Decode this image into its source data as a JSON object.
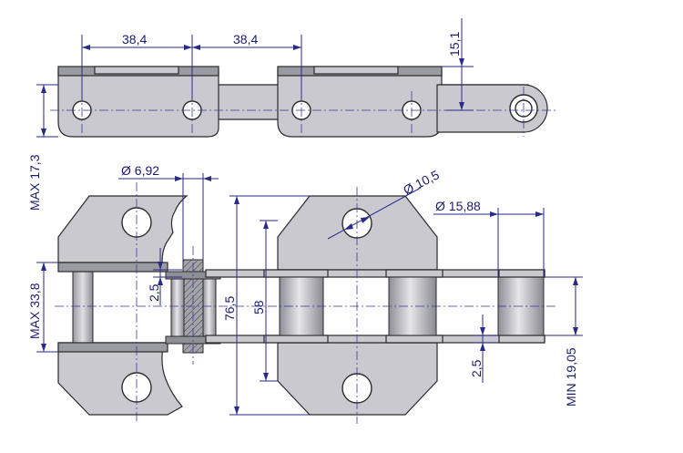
{
  "dimensions": {
    "pitch_left": "38,4",
    "pitch_right": "38,4",
    "height_top": "15,1",
    "max_height": "MAX 17,3",
    "pin_diameter": "Ø 6,92",
    "hole_diameter": "Ø 10,5",
    "roller_diameter": "Ø 15,88",
    "plate_thickness_left": "2,5",
    "plate_thickness_bottom": "2,5",
    "max_width": "MAX 33,8",
    "overall_width": "76,5",
    "inner_width": "58",
    "min_inner_width": "MIN 19,05"
  },
  "colors": {
    "dimension": "#1b1b6e",
    "plate": "#c9c9cf",
    "outline": "#2b2b2b"
  }
}
